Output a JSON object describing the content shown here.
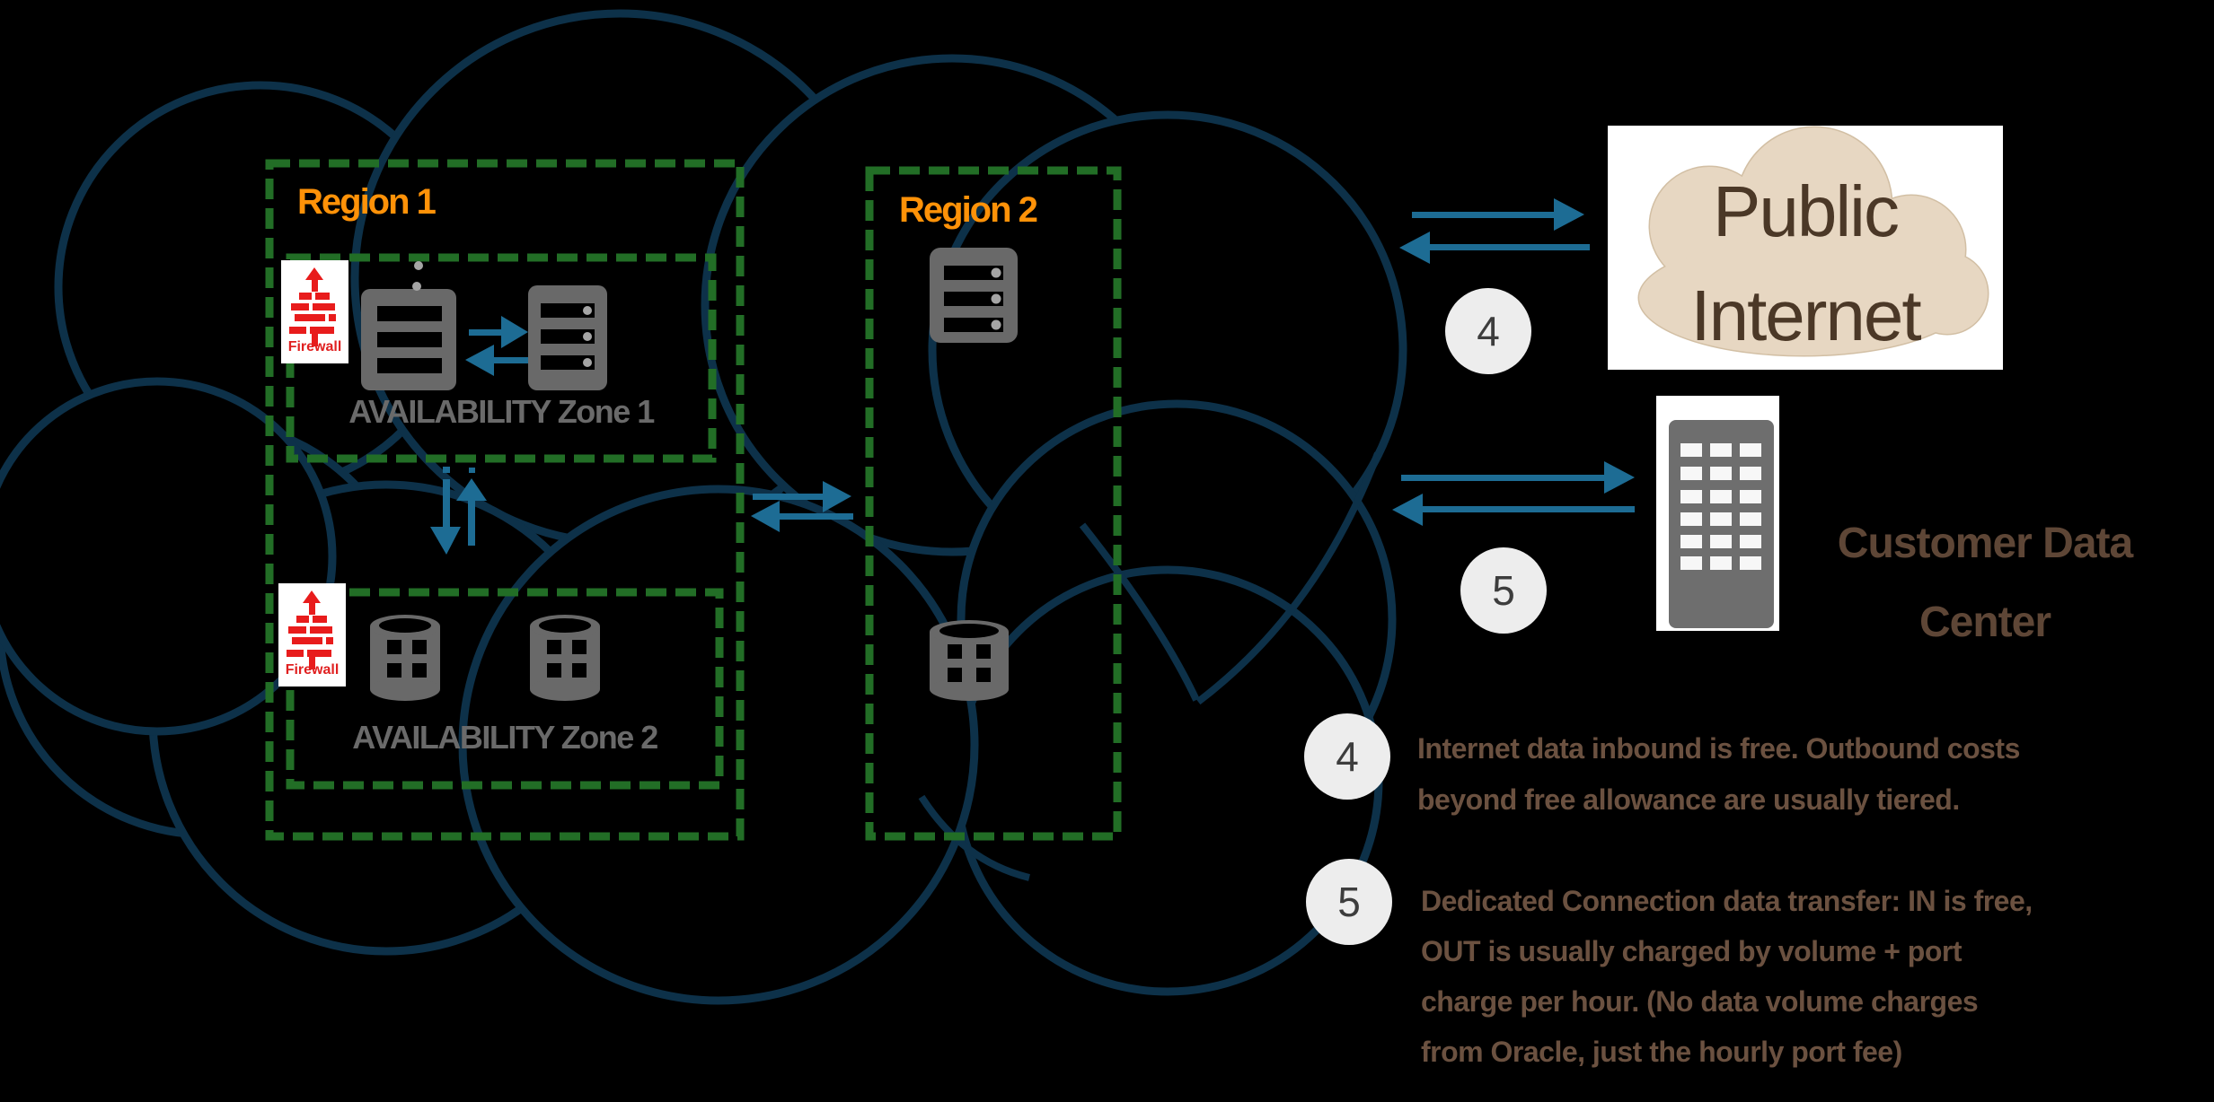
{
  "diagram": {
    "region1": {
      "label": "Region 1"
    },
    "region2": {
      "label": "Region 2"
    },
    "az1": {
      "label": "AVAILABILITY Zone 1"
    },
    "az2": {
      "label": "AVAILABILITY Zone 2"
    },
    "firewall": {
      "label": "Firewall"
    }
  },
  "external": {
    "public_internet": {
      "line1": "Public",
      "line2": "Internet"
    },
    "customer_data_center": {
      "line1": "Customer Data",
      "line2": "Center"
    }
  },
  "callouts": {
    "c4": "4",
    "c5": "5"
  },
  "annotations": {
    "a4": {
      "number": "4",
      "line1": "Internet data inbound is free. Outbound costs",
      "line2": "beyond free allowance are usually tiered."
    },
    "a5": {
      "number": "5",
      "line1": "Dedicated Connection data transfer: IN is free,",
      "line2": "OUT is usually charged by volume + port",
      "line3": "charge per hour. (No data volume charges",
      "line4": "from Oracle, just the hourly port fee)"
    }
  },
  "colors": {
    "background": "#000000",
    "cloud_outline": "#0d3149",
    "region_dash_green": "#226e26",
    "arrow_blue": "#1d6c94",
    "region_label_orange": "#ff9208",
    "zone_label_gray": "#6a6a6a",
    "firewall_red": "#e81c1c",
    "icon_gray": "#696969",
    "internet_cloud_tan": "#e7d7c2",
    "brown_text": "#6b5140",
    "callout_circle_fill": "#ededed"
  }
}
